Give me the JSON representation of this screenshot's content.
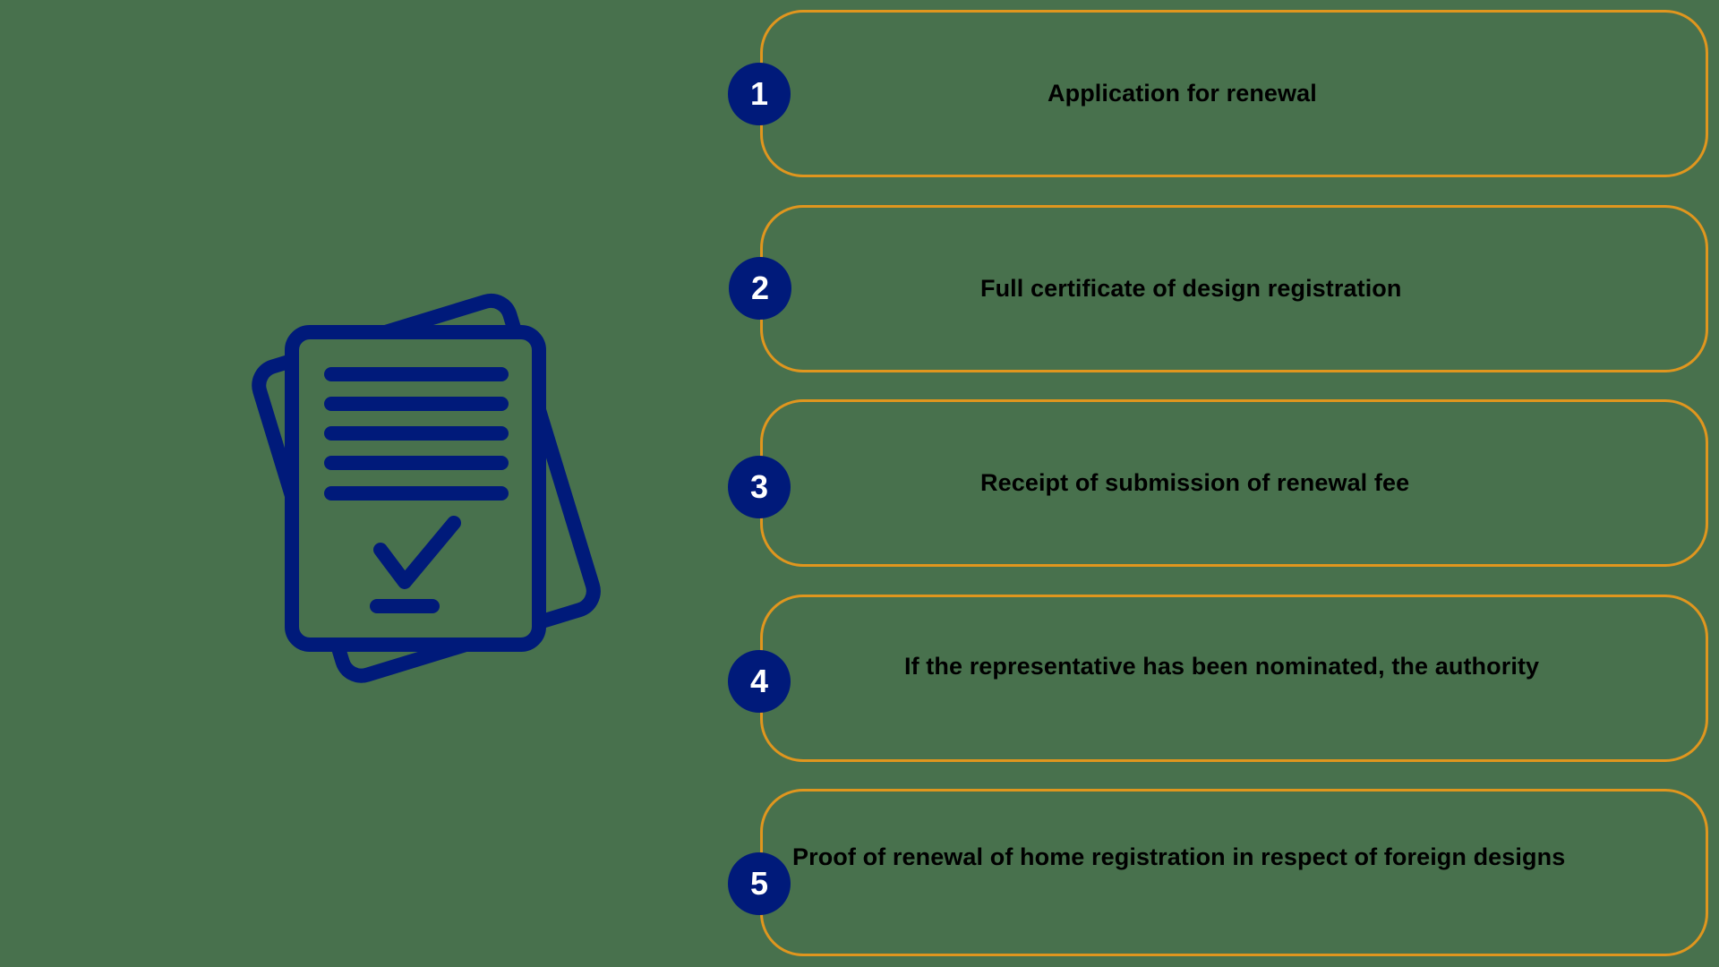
{
  "colors": {
    "background": "#48714d",
    "accent_border": "#e0961e",
    "badge_fill": "#001a7a",
    "badge_text": "#ffffff",
    "icon_stroke": "#001a7a",
    "text": "#000000"
  },
  "icon": {
    "name": "document-checklist-icon"
  },
  "steps": [
    {
      "number": "1",
      "label": "Application for renewal"
    },
    {
      "number": "2",
      "label": "Full certificate of design registration"
    },
    {
      "number": "3",
      "label": "Receipt of submission of renewal fee"
    },
    {
      "number": "4",
      "label": "If the representative has been nominated, the authority"
    },
    {
      "number": "5",
      "label": "Proof of renewal of home registration in respect of foreign designs"
    }
  ]
}
